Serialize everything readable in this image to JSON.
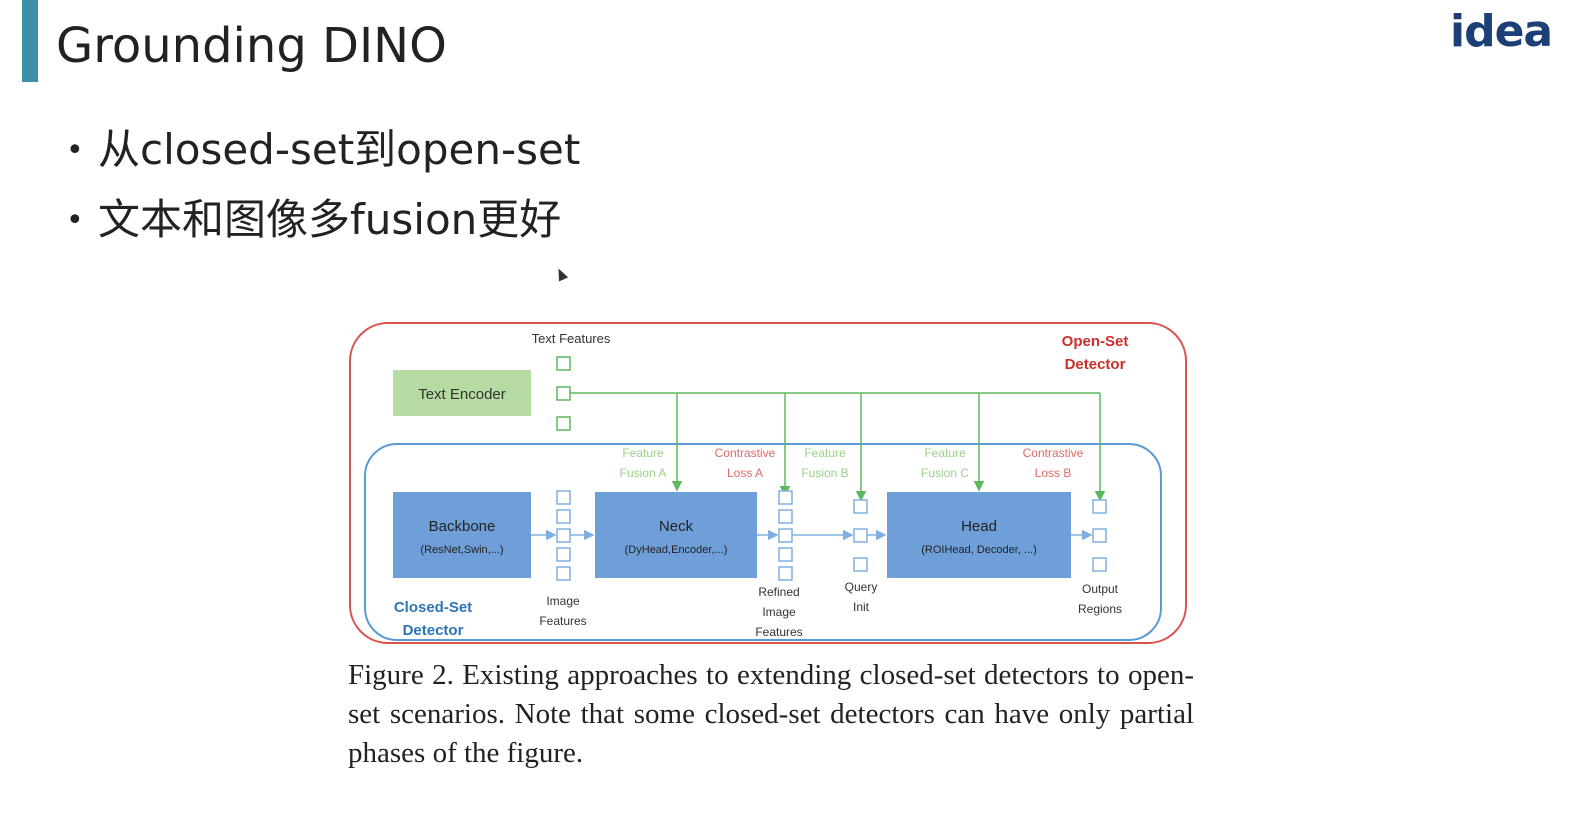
{
  "slide": {
    "title": "Grounding DINO",
    "logo_text": "idea",
    "bullets": [
      "从closed-set到open-set",
      "文本和图像多fusion更好"
    ],
    "bullet_glyph": "•"
  },
  "figure": {
    "text_features_label": "Text Features",
    "open_set_label_line1": "Open-Set",
    "open_set_label_line2": "Detector",
    "closed_set_label_line1": "Closed-Set",
    "closed_set_label_line2": "Detector",
    "text_encoder": "Text Encoder",
    "backbone_title": "Backbone",
    "backbone_sub": "(ResNet,Swin,...)",
    "neck_title": "Neck",
    "neck_sub": "(DyHead,Encoder,...)",
    "head_title": "Head",
    "head_sub": "(ROIHead, Decoder, ...)",
    "feature_fusion_a_1": "Feature",
    "feature_fusion_a_2": "Fusion A",
    "contrastive_a_1": "Contrastive",
    "contrastive_a_2": "Loss A",
    "feature_fusion_b_1": "Feature",
    "feature_fusion_b_2": "Fusion B",
    "feature_fusion_c_1": "Feature",
    "feature_fusion_c_2": "Fusion C",
    "contrastive_b_1": "Contrastive",
    "contrastive_b_2": "Loss B",
    "image_features_1": "Image",
    "image_features_2": "Features",
    "refined_1": "Refined",
    "refined_2": "Image",
    "refined_3": "Features",
    "query_init_1": "Query",
    "query_init_2": "Init",
    "output_regions_1": "Output",
    "output_regions_2": "Regions",
    "colors": {
      "open_set_border": "#d9534f",
      "closed_set_border": "#5b9bd5",
      "text_encoder_fill": "#b5dba0",
      "module_fill": "#6f9fd8",
      "green": "#5cb85c",
      "red_label": "#c9302c",
      "blue_label": "#2e75b6"
    }
  },
  "caption": "Figure 2. Existing approaches to extending closed-set detectors to open-set scenarios. Note that some closed-set detectors can have only partial phases of the figure."
}
